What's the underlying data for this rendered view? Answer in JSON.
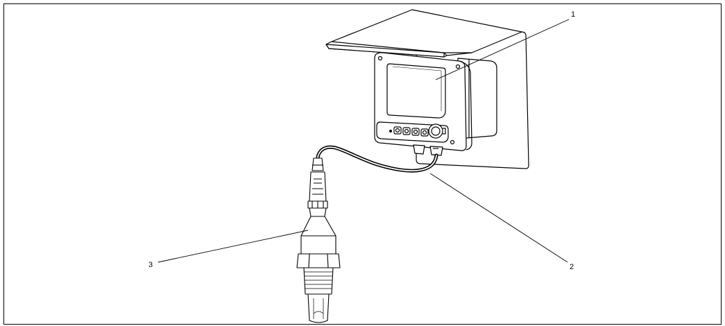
{
  "figure": {
    "callouts": [
      {
        "id": "1",
        "text": "1"
      },
      {
        "id": "2",
        "text": "2"
      },
      {
        "id": "3",
        "text": "3"
      }
    ],
    "colors": {
      "line": "#000000",
      "background": "#ffffff",
      "frame": "#000000"
    }
  }
}
